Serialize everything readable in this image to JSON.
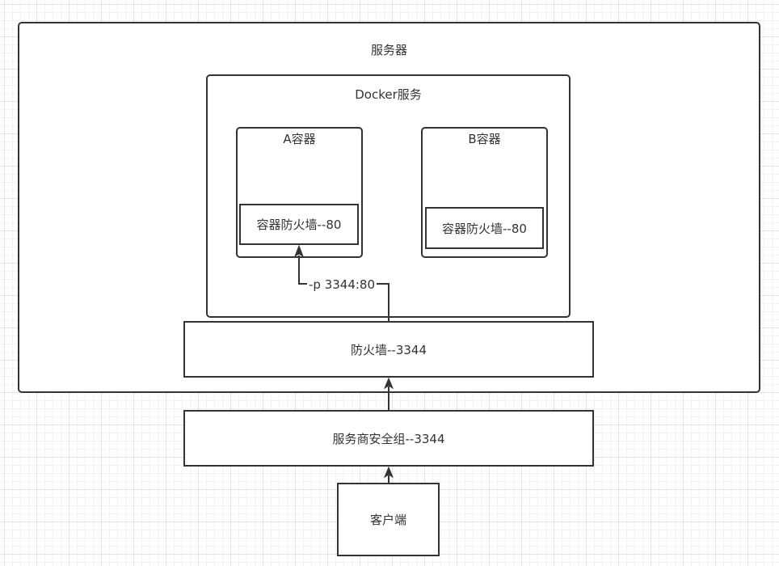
{
  "diagram": {
    "server": {
      "label": "服务器"
    },
    "docker": {
      "label": "Docker服务"
    },
    "container_a": {
      "label": "A容器",
      "firewall": "容器防火墙--80"
    },
    "container_b": {
      "label": "B容器",
      "firewall": "容器防火墙--80"
    },
    "host_firewall": {
      "label": "防火墙--3344"
    },
    "security_group": {
      "label": "服务商安全组--3344"
    },
    "client": {
      "label": "客户端"
    },
    "port_mapping": {
      "label": "-p 3344:80"
    },
    "colors": {
      "stroke": "#333333",
      "fill": "#ffffff",
      "grid": "#e3e3e3"
    }
  }
}
